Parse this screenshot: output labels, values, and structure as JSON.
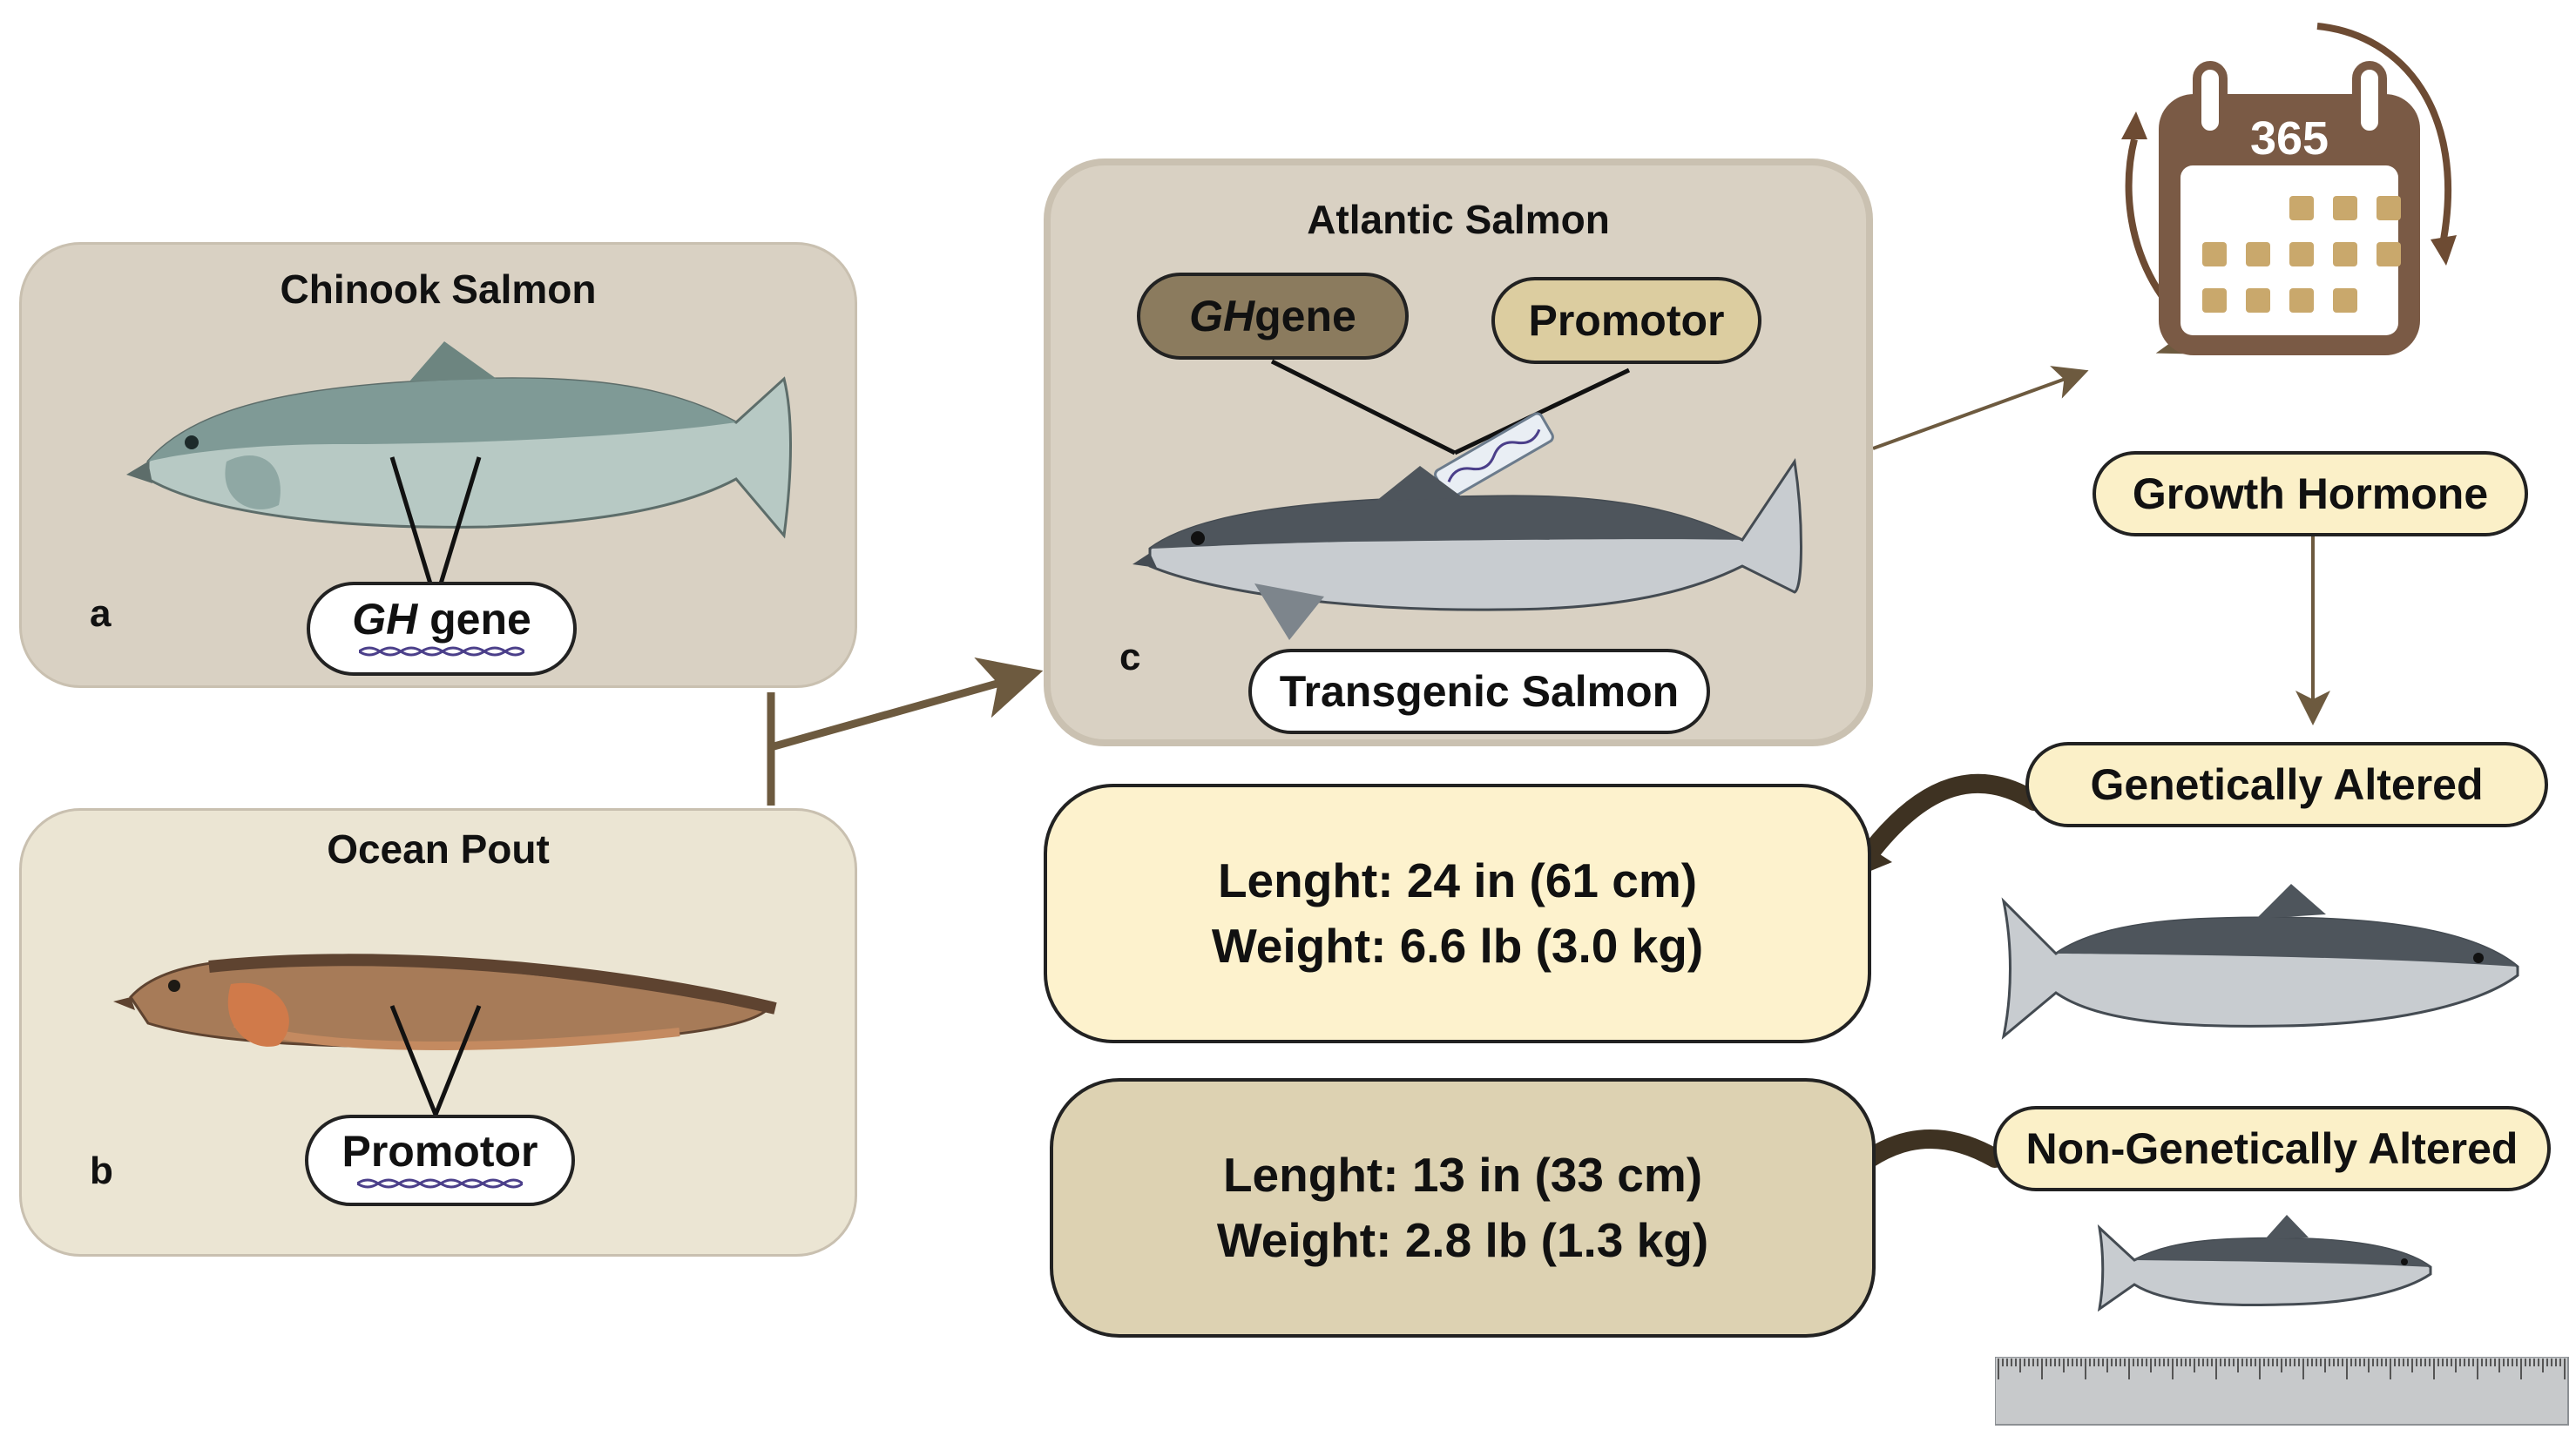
{
  "panels": {
    "chinook": {
      "title": "Chinook Salmon",
      "letter": "a",
      "gene_label_italic": "GH",
      "gene_label_rest": " gene"
    },
    "ocean_pout": {
      "title": "Ocean Pout",
      "letter": "b",
      "promotor_label": "Promotor"
    },
    "atlantic": {
      "title": "Atlantic Salmon",
      "letter": "c",
      "gene_label_italic": "GH",
      "gene_label_rest": " gene",
      "promotor_label": "Promotor",
      "result_label": "Transgenic Salmon"
    }
  },
  "calendar": {
    "day_count": "365"
  },
  "growth_hormone_label": "Growth Hormone",
  "altered": {
    "label": "Genetically Altered",
    "length": "Lenght: 24 in (61 cm)",
    "weight": "Weight: 6.6 lb (3.0 kg)"
  },
  "non_altered": {
    "label": "Non-Genetically Altered",
    "length": "Lenght: 13 in (33 cm)",
    "weight": "Weight: 2.8 lb (1.3 kg)"
  },
  "colors": {
    "panel_gray": "#d9d1c3",
    "panel_cream": "#ebe5d3",
    "pill_cream": "#fbf0c8",
    "stat_cream": "#fdf2cd",
    "stat_tan": "#ddd2b2",
    "gene_brown": "#8b7b5e",
    "promotor_tan": "#dccda0",
    "arrow_brown": "#6d5a3f",
    "calendar_brown": "#7a5a45",
    "calendar_gold": "#c9a86c"
  }
}
